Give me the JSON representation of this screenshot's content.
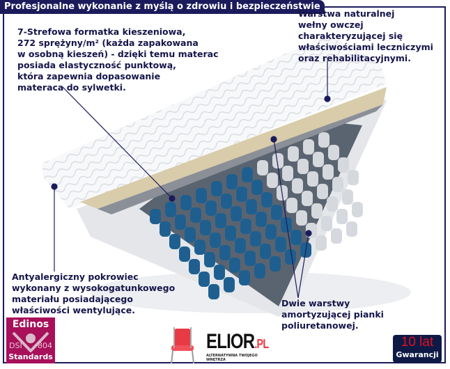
{
  "header": {
    "title": "Profesjonalne wykonanie z myślą o zdrowiu i bezpieczeństwie"
  },
  "annotations": {
    "springs": "7-Strefowa formatka kieszeniowa,\n272 sprężyny/m² (każda zapakowana\nw osobną kieszeń) - dzięki temu materac\nposiada elastyczność punktową,\nktóra zapewnia dopasowanie\nmateraca do sylwetki.",
    "wool": "Warstwa naturalnej\nwełny owczej\ncharakteryzującej się\nwłaściwościami leczniczymi\noraz rehabilitacyjnymi.",
    "cover": "Antyalergiczny pokrowiec\nwykonany z wysokogatunkowego\nmateriału posiadającego\nwłaściwości wentylujące.",
    "foam": "Dwie warstwy\namortyzującej pianki\npoliuretanowej."
  },
  "badges": {
    "edinos": {
      "top": "Edinos",
      "left": "DSI",
      "right": "804",
      "bottom": "Standards"
    },
    "guarantee": {
      "years": "10 lat",
      "label": "Gwarancji"
    }
  },
  "logo": {
    "name": "ELIOR",
    "suffix": ".PL",
    "tagline": "ALTERNATYWNA TWOJEGO WNĘTRZA"
  },
  "colors": {
    "navy": "#1b1b5c",
    "spring_blue": "#1f5f8f",
    "edinos": "#a8105a",
    "chair": "#e83a45"
  }
}
